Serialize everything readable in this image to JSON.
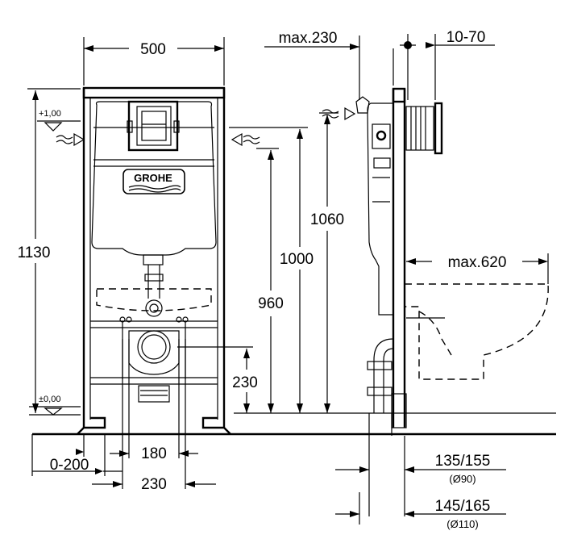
{
  "dimensions": {
    "frame_width": "500",
    "frame_height": "1130",
    "level_top": "+1,00",
    "level_zero": "±0,00",
    "height_1060": "1060",
    "height_1000": "1000",
    "height_960": "960",
    "height_230_vertical": "230",
    "offset_0_200": "0-200",
    "width_180": "180",
    "width_230_bottom": "230",
    "max_230": "max.230",
    "range_10_70": "10-70",
    "max_620": "max.620",
    "pipe_135_155": "135/155",
    "pipe_90": "(Ø90)",
    "pipe_145_165": "145/165",
    "pipe_110": "(Ø110)"
  },
  "brand": {
    "logo_text": "GROHE"
  }
}
